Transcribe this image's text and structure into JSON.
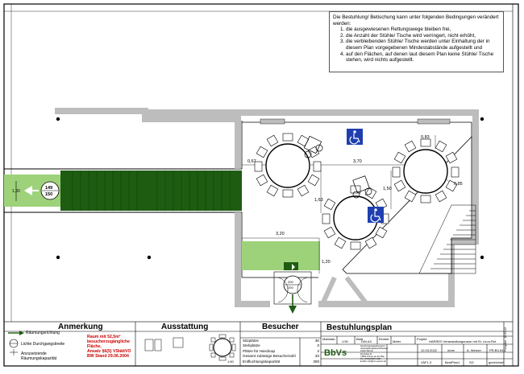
{
  "note": {
    "intro": "Die Bestuhlung/ Betischung kann unter folgenden Bedingungen verändert werden:",
    "items": [
      "die ausgewiesenen Rettungswege bleiben frei,",
      "die Anzahl der Stühle/ Tische wird verringert, nicht erhöht,",
      "die verbleibenden Stühle/ Tische werden unter Einhaltung der in diesem Plan vorgegebenen Mindestabstände aufgestellt und",
      "auf den Flächen, auf denen laut diesem Plan keine Stühle/ Tische stehen, wird nichts aufgestellt."
    ]
  },
  "dimensions": {
    "d_067": "0,67",
    "d_370": "3,70",
    "d_083": "0,83",
    "d_085": "0,85",
    "d_163": "1,63",
    "d_150": "1,50",
    "d_320": "3,20",
    "d_120": "1,20",
    "d_130": "1,30"
  },
  "exit_sign": {
    "top": "149",
    "bottom": "150"
  },
  "door_sign": {
    "top": "200",
    "bottom": "200"
  },
  "legend": {
    "title": "Anmerkung",
    "items": [
      "Räumungsrichtung",
      "Lichte Durchgangsbreite",
      "Anzusetzende Räumungskapazität"
    ],
    "red_text": [
      "Raum mit 52,5m²",
      "besucherzugängliche",
      "Fläche,",
      "Ansatz §6(5) VStättVO",
      "BW Stand 29.06.2004"
    ]
  },
  "ausstattung": {
    "title": "Ausstattung",
    "scale": "1:50"
  },
  "besucher": {
    "title": "Besucher",
    "rows": [
      {
        "label": "Sitzplätze",
        "value": "30"
      },
      {
        "label": "Stehplätze",
        "value": "0"
      },
      {
        "label": "Plätze für Handicap",
        "value": "2"
      },
      {
        "label": "Gesamt zulässige Besucherzahl",
        "value": "33"
      },
      {
        "label": "Entfluchtungskapazität",
        "value": "300"
      }
    ]
  },
  "titleblock": {
    "title": "Bestuhlungsplan",
    "massstab_label": "Maßstab",
    "massstab": "1:50",
    "format_label": "Blatt",
    "format": "DIN A3",
    "einheit_label": "Einheit",
    "einheit": "Meter",
    "projekt_label": "Projekt",
    "projekt": "HARRES Veranstaltungsraum mit St. Leon-Rot",
    "datum": "12.03.2022",
    "index": "ohne",
    "bearbeiter": "A. Werner",
    "plan_nr": "PR.B3-04",
    "blatt": "VAF1.3",
    "bestplan": "BestPlan1",
    "ordner": "SG",
    "rest": "gezeichnet",
    "address": [
      "Genehmigungsplanung für Veranstaltungsräumlichkeiten",
      "André Werner",
      "Fischweg 21",
      "74851 Leimen an der Bau",
      "Tel.: 07042/5307 1507",
      "E-Mail: info@bvs-werner.de"
    ],
    "logo": "BbVs",
    "side_text": "Freigabe: 18.03.22"
  },
  "colors": {
    "accessible_blue": "#1f3fb0",
    "green_dark": "#1e5c12",
    "green_light": "#9ed27a",
    "red_text": "#cc0000"
  }
}
